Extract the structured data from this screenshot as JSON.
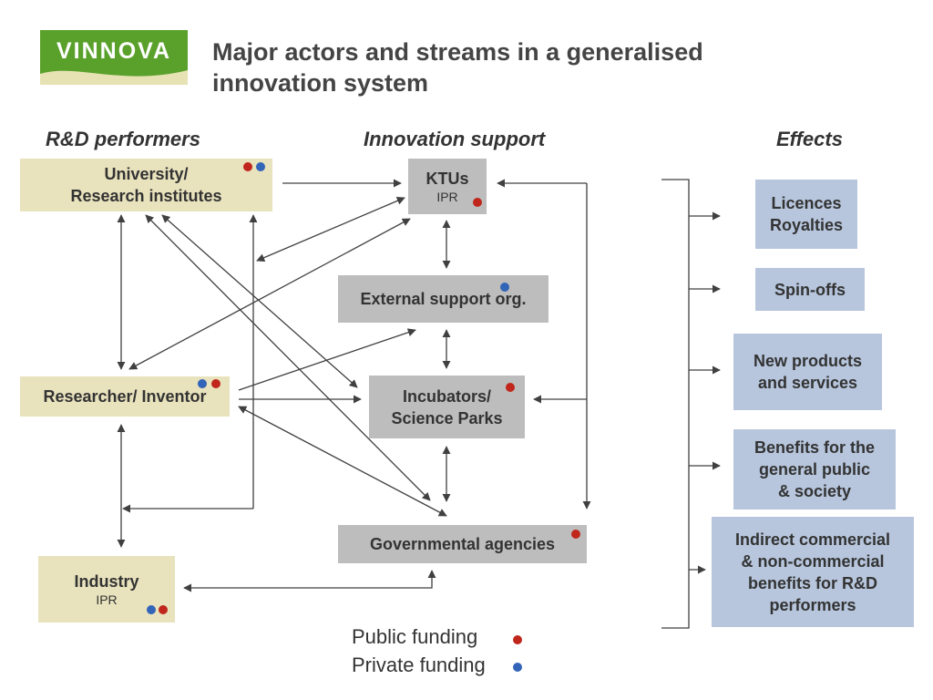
{
  "header": {
    "logo_text": "VINNOVA",
    "title_line1": "Major actors and streams in a generalised",
    "title_line2": "innovation system"
  },
  "columns": {
    "rd_performers": "R&D performers",
    "innovation_support": "Innovation support",
    "effects": "Effects"
  },
  "rd_performers": {
    "university": {
      "line1": "University/",
      "line2": "Research institutes",
      "funding": [
        "public",
        "private"
      ]
    },
    "researcher": {
      "label": "Researcher/ Inventor",
      "funding": [
        "private",
        "public"
      ]
    },
    "industry": {
      "label": "Industry",
      "sublabel": "IPR",
      "funding": [
        "private",
        "public"
      ]
    }
  },
  "innovation_support": {
    "ktus": {
      "label": "KTUs",
      "sublabel": "IPR",
      "funding": [
        "public"
      ]
    },
    "external": {
      "label": "External support org.",
      "funding": [
        "private"
      ]
    },
    "incubators": {
      "line1": "Incubators/",
      "line2": "Science Parks",
      "funding": [
        "public"
      ]
    },
    "governmental": {
      "label": "Governmental agencies",
      "funding": [
        "public"
      ]
    }
  },
  "effects": [
    {
      "lines": [
        "Licences",
        "Royalties"
      ]
    },
    {
      "lines": [
        "Spin-offs"
      ]
    },
    {
      "lines": [
        "New products",
        "and services"
      ]
    },
    {
      "lines": [
        "Benefits for the",
        "general public",
        "& society"
      ]
    },
    {
      "lines": [
        "Indirect commercial",
        "& non-commercial",
        "benefits for R&D",
        "performers"
      ]
    }
  ],
  "legend": {
    "public": "Public funding",
    "private": "Private funding"
  },
  "colors": {
    "public_funding": "#c0261b",
    "private_funding": "#3264b8",
    "rd_box": "#e8e2bd",
    "support_box": "#bdbdbd",
    "effect_box": "#b7c6dd",
    "logo_green": "#5aa12c"
  }
}
